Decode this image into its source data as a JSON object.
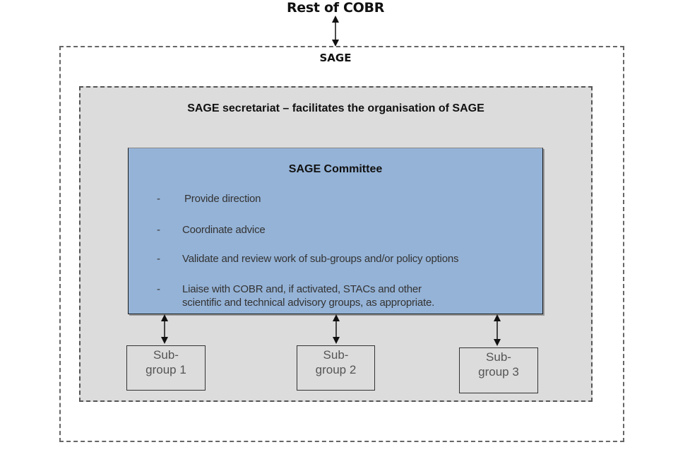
{
  "diagram": {
    "top_node": {
      "label": "Rest of COBR"
    },
    "sage": {
      "label": "SAGE"
    },
    "secretariat": {
      "label": "SAGE secretariat – facilitates the organisation of SAGE"
    },
    "committee": {
      "title": "SAGE Committee",
      "bullet_marker": "-",
      "responsibilities": [
        {
          "line1": "Provide direction"
        },
        {
          "line1": "Coordinate advice"
        },
        {
          "line1": "Validate and review work of sub-groups and/or policy options"
        },
        {
          "line1": "Liaise with COBR  and, if activated, STACs and other",
          "line2": "scientific and technical advisory groups, as appropriate."
        }
      ]
    },
    "subgroups": [
      {
        "line1": "Sub-",
        "line2": "group 1"
      },
      {
        "line1": "Sub-",
        "line2": "group 2"
      },
      {
        "line1": "Sub-",
        "line2": "group 3"
      }
    ],
    "connections": [
      {
        "from": "Rest of COBR",
        "to": "SAGE",
        "type": "bidirectional"
      },
      {
        "from": "SAGE Committee",
        "to": "Sub-group 1",
        "type": "bidirectional"
      },
      {
        "from": "SAGE Committee",
        "to": "Sub-group 2",
        "type": "bidirectional"
      },
      {
        "from": "SAGE Committee",
        "to": "Sub-group 3",
        "type": "bidirectional"
      }
    ],
    "colors": {
      "committee_fill": "#95b3d7",
      "secretariat_fill": "#dcdcdc",
      "outer_fill": "#ffffff"
    }
  }
}
